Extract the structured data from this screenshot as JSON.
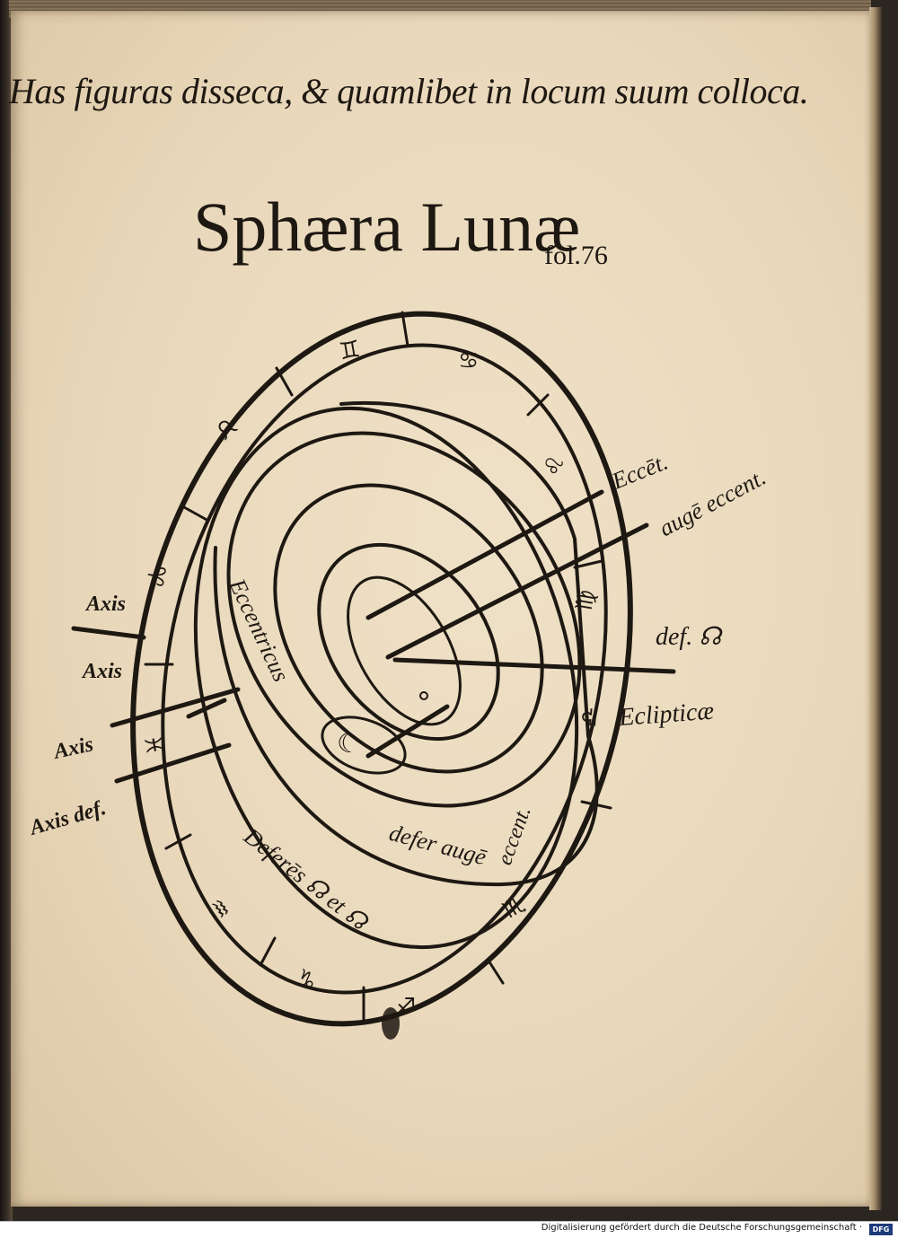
{
  "page": {
    "instruction": "Has figuras disseca, & quamlibet in locum suum colloca.",
    "title": "Sphæra Lunæ",
    "folio": "fol.76"
  },
  "diagram": {
    "labels": {
      "eccentricus": "Eccentricus",
      "deferens_nodes": "Deferēs ☊ et ☊",
      "defer_auge": "defer augē",
      "eccent": "eccent.",
      "eccet": "Eccēt.",
      "auge_eccent": "augē eccent.",
      "def_node": "def. ☊",
      "ecliptice": "Eclipticæ",
      "axis_1": "Axis",
      "axis_2": "Axis",
      "axis_3": "Axis",
      "axis_def": "Axis def."
    },
    "zodiac_signs": [
      "♊",
      "♋",
      "♌",
      "♍",
      "♎",
      "♏",
      "♐",
      "♑",
      "♒",
      "♓",
      "♈",
      "♉"
    ],
    "moon_symbol": "☾"
  },
  "footer": {
    "credit": "Digitalisierung gefördert durch die Deutsche Forschungsgemeinschaft ·",
    "logo": "DFG"
  }
}
